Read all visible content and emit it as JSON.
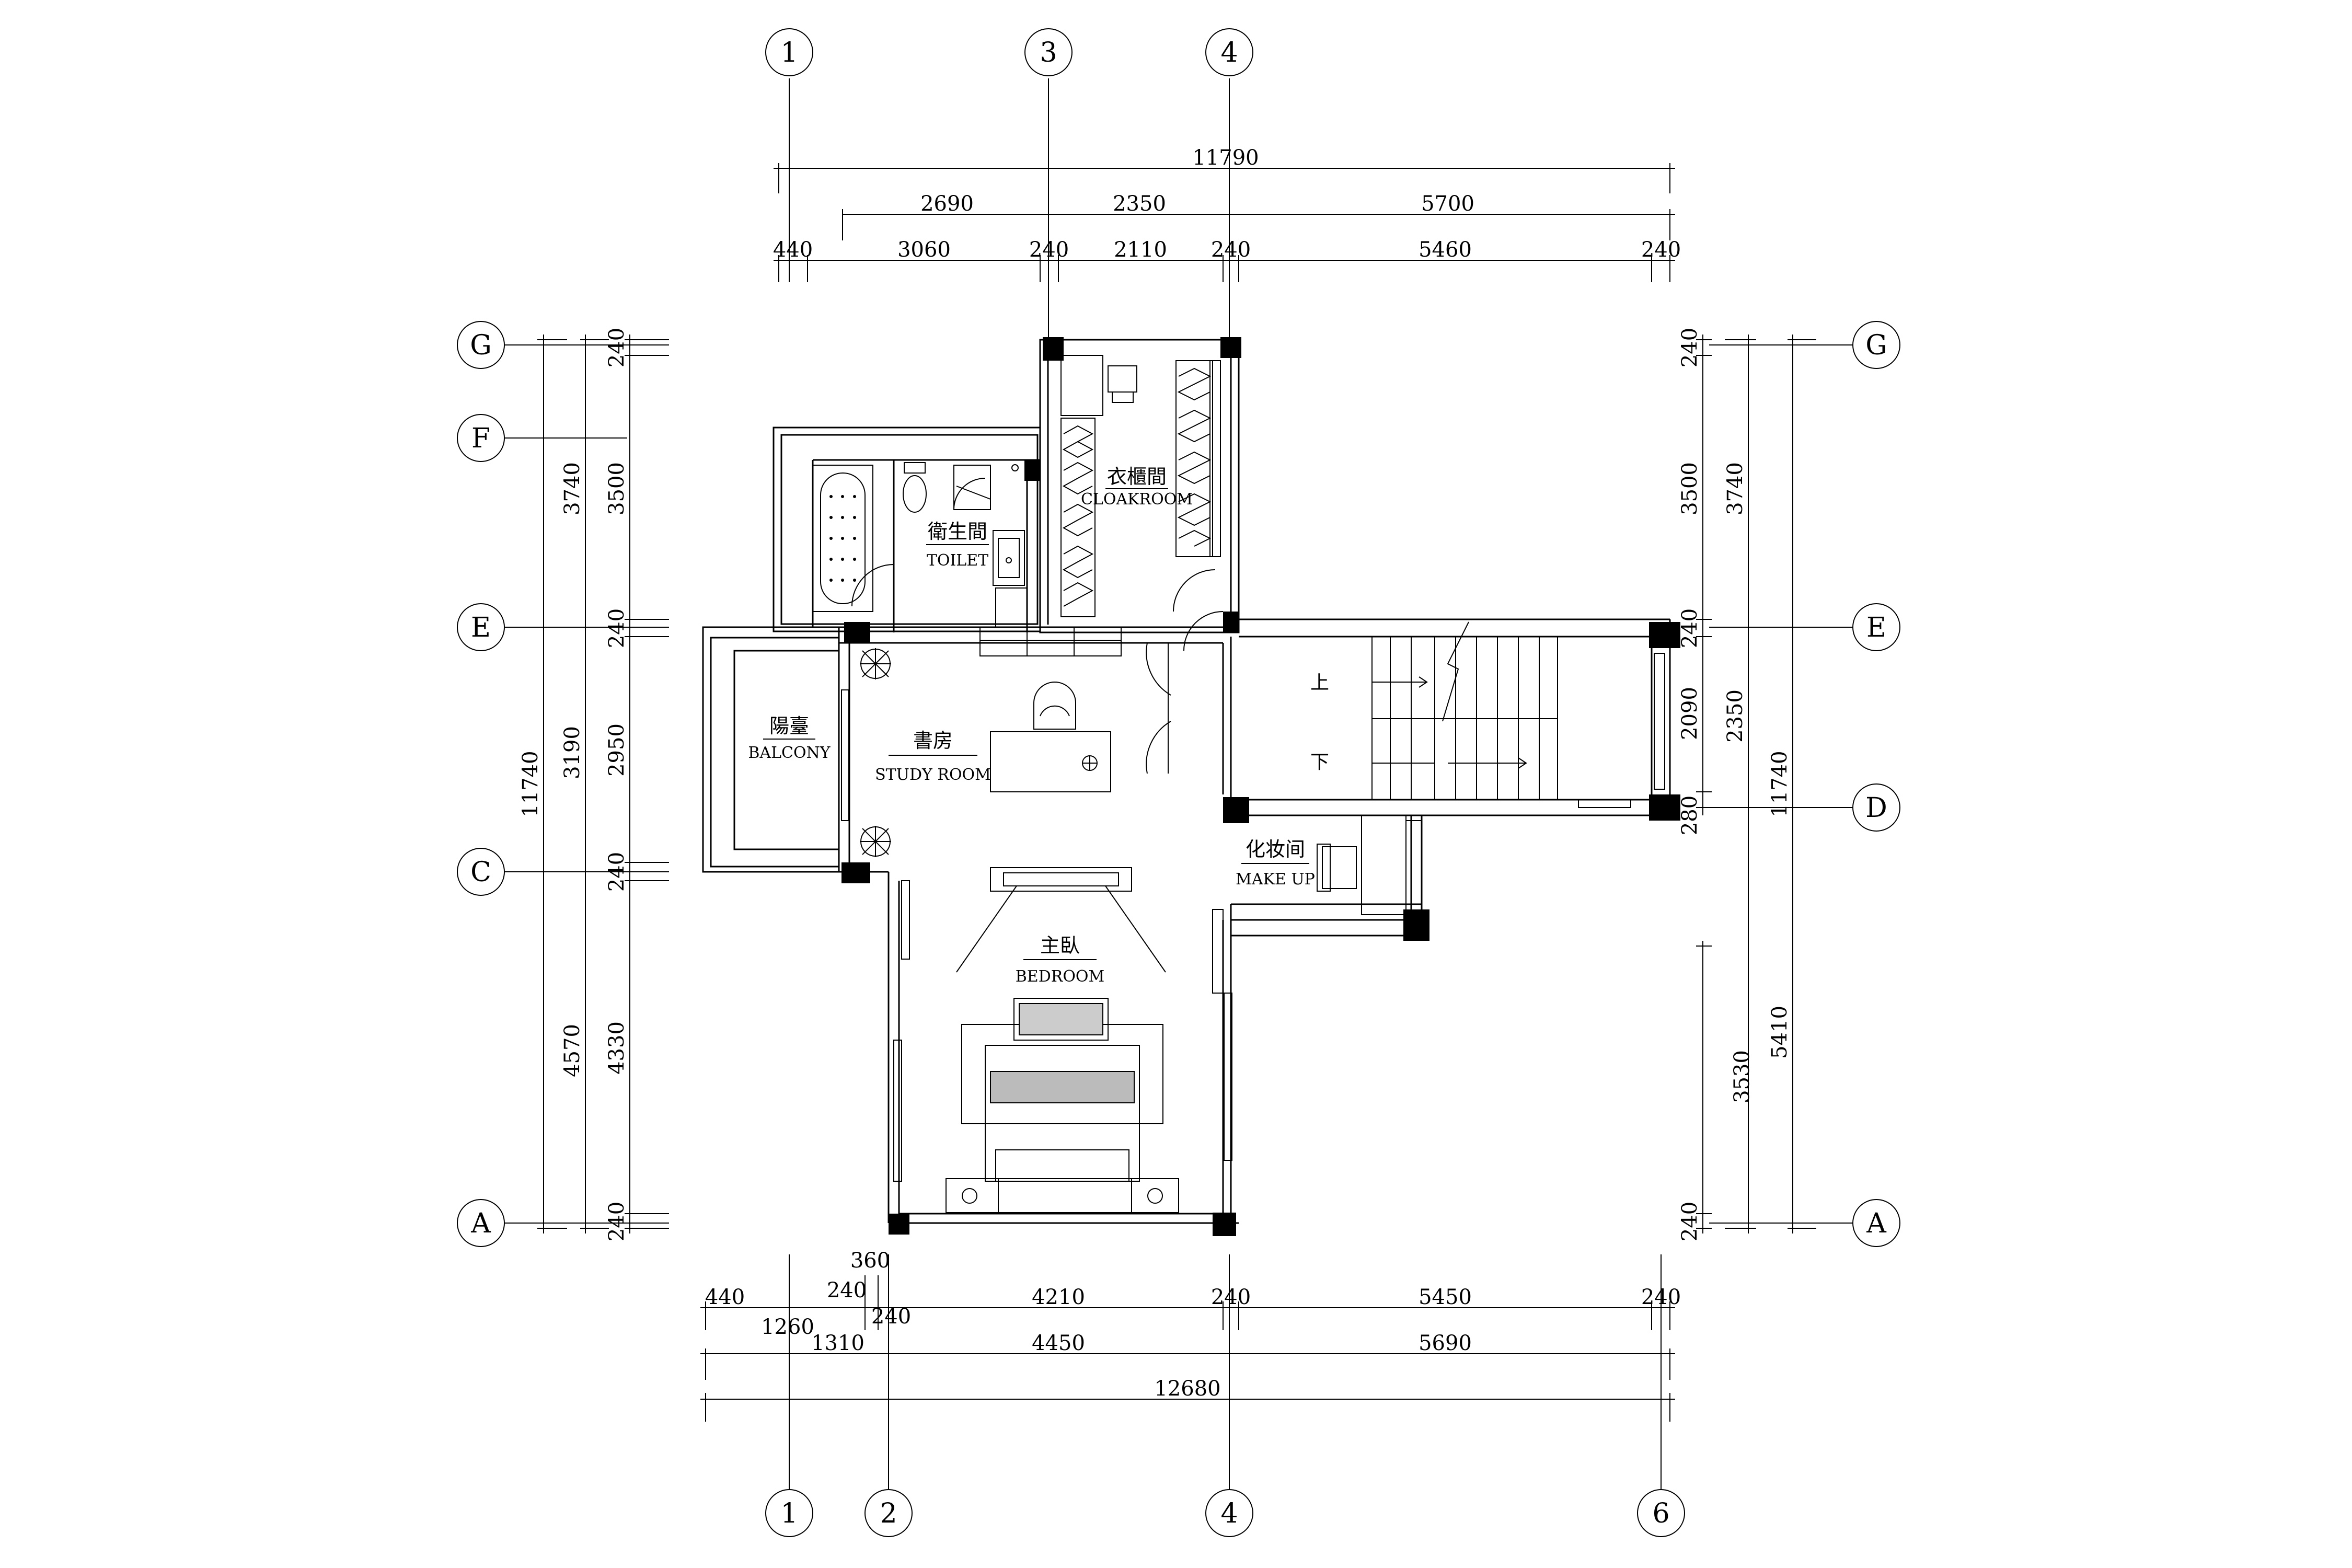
{
  "grid": {
    "top": [
      "1",
      "3",
      "4"
    ],
    "bottom": [
      "1",
      "2",
      "4",
      "6"
    ],
    "left": [
      "G",
      "F",
      "E",
      "C",
      "A"
    ],
    "right": [
      "G",
      "E",
      "D",
      "A"
    ]
  },
  "dims": {
    "top_total": "11790",
    "top_mid": [
      "2690",
      "2350",
      "5700"
    ],
    "top_detail": [
      "440",
      "3060",
      "240",
      "2110",
      "240",
      "5460",
      "240"
    ],
    "bottom_small": [
      "360",
      "240",
      "1260",
      "240"
    ],
    "bottom_detail": [
      "440",
      "4210",
      "240",
      "5450",
      "240"
    ],
    "bottom_mid": [
      "1310",
      "4450",
      "5690"
    ],
    "bottom_total": "12680",
    "left_total": "11740",
    "left_mid": [
      "3740",
      "3190",
      "4570"
    ],
    "left_detail": [
      "240",
      "3500",
      "240",
      "2950",
      "240",
      "4330",
      "240"
    ],
    "right_detail": [
      "240",
      "3500",
      "240",
      "2090",
      "280",
      "3530",
      "240"
    ],
    "right_mid": [
      "3740",
      "2350",
      "5410"
    ],
    "right_total": "11740"
  },
  "rooms": {
    "cloakroom": {
      "cn": "衣櫃間",
      "en": "CLOAKROOM"
    },
    "toilet": {
      "cn": "衛生間",
      "en": "TOILET"
    },
    "balcony": {
      "cn": "陽臺",
      "en": "BALCONY"
    },
    "study": {
      "cn": "書房",
      "en": "STUDY ROOM"
    },
    "makeup": {
      "cn": "化妆间",
      "en": "MAKE UP"
    },
    "bedroom": {
      "cn": "主臥",
      "en": "BEDROOM"
    }
  },
  "stairs": {
    "up": "上",
    "down": "下"
  }
}
